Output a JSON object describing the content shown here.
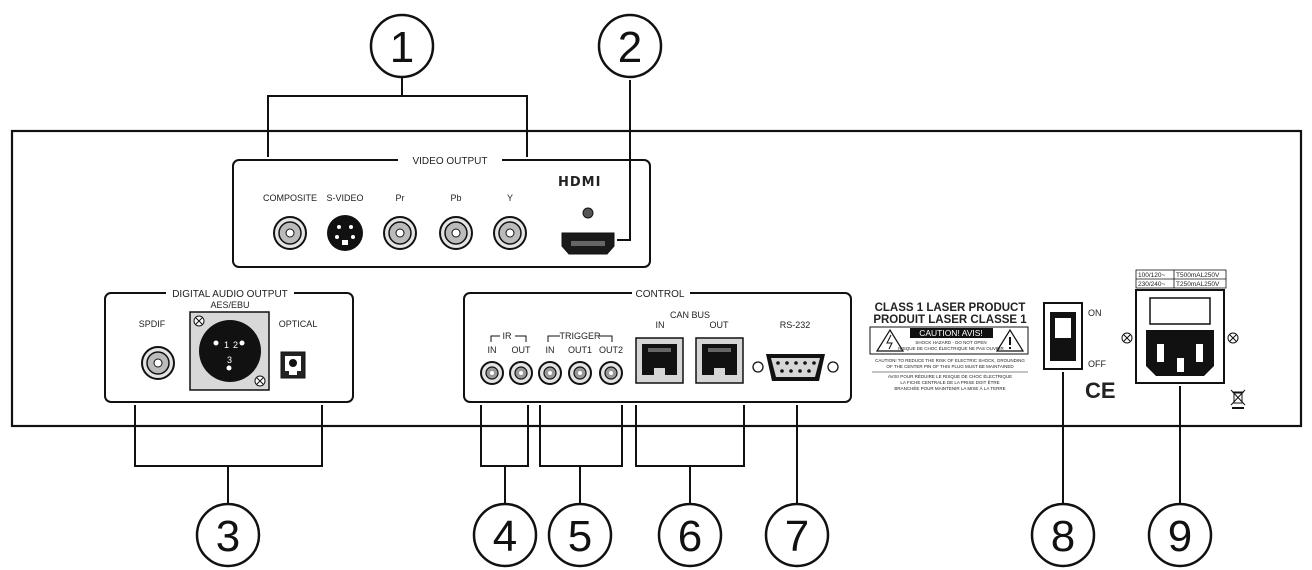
{
  "video_output": {
    "title": "VIDEO OUTPUT",
    "composite": "COMPOSITE",
    "svideo": "S-VIDEO",
    "pr": "Pr",
    "pb": "Pb",
    "y": "Y",
    "hdmi_logo": "HDMI"
  },
  "digital_audio": {
    "title": "DIGITAL AUDIO OUTPUT",
    "aes": "AES/EBU",
    "spdif": "SPDIF",
    "optical": "OPTICAL",
    "pin1": "1",
    "pin2": "2",
    "pin3": "3"
  },
  "control": {
    "title": "CONTROL",
    "ir": "IR",
    "ir_in": "IN",
    "ir_out": "OUT",
    "trigger": "TRIGGER",
    "trig_in": "IN",
    "trig_out1": "OUT1",
    "trig_out2": "OUT2",
    "canbus": "CAN BUS",
    "can_in": "IN",
    "can_out": "OUT",
    "rs232": "RS-232"
  },
  "laser": {
    "line1": "CLASS 1 LASER PRODUCT",
    "line2": "PRODUIT LASER CLASSE 1",
    "caution": "CAUTION! AVIS!",
    "shock1": "SHOCK HAZARD - DO NOT OPEN",
    "shock2": "RISQUE DE CHOC ÉLECTRIQUE NE PAS OUVRIR",
    "caution_en1": "CAUTION! TO REDUCE THE RISK OF ELECTRIC SHOCK, GROUNDING",
    "caution_en2": "OF THE CENTER PIN OF THIS PLUG MUST BE MAINTAINED",
    "avis1": "AVIS! POUR RÉDUIRE LE RISQUE DE CHOC ÉLECTRIQUE",
    "avis2": "LA FICHE CENTRALE DE LA PRISE DOIT ÊTRE",
    "avis3": "BRANCHÉE POUR MAINTENIR LA MISE À LA TERRE"
  },
  "power": {
    "on": "ON",
    "off": "OFF",
    "ce": "CE",
    "fuse_r1a": "100/120~",
    "fuse_r1b": "T500mAL250V",
    "fuse_r2a": "230/240~",
    "fuse_r2b": "T250mAL250V"
  },
  "callouts": [
    "1",
    "2",
    "3",
    "4",
    "5",
    "6",
    "7",
    "8",
    "9"
  ]
}
